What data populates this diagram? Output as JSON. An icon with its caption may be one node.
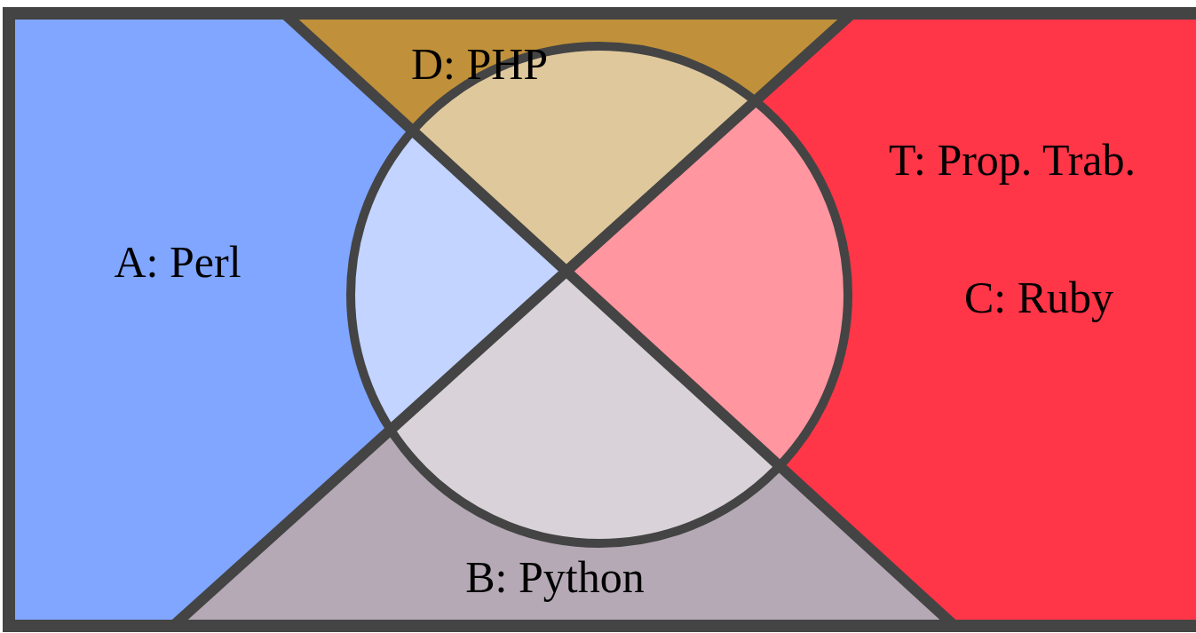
{
  "diagram": {
    "nodes": [
      {
        "text": [
          "D: PHP"
        ]
      },
      {
        "text": [
          "A: Perl"
        ]
      },
      {
        "text": [
          "T: Prop. Trab."
        ]
      },
      {
        "text": [
          "C: Ruby"
        ]
      },
      {
        "text": [
          "B: Python"
        ]
      }
    ],
    "edges": []
  }
}
